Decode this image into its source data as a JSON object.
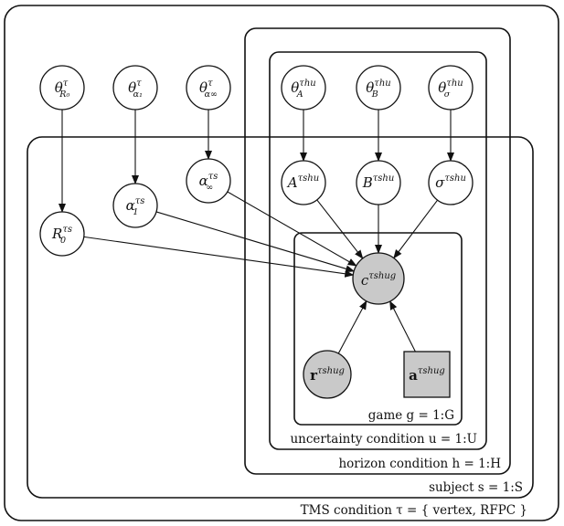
{
  "plates": {
    "tms": "TMS condition τ = { vertex, RFPC }",
    "subject": "subject s = 1:S",
    "horizon": "horizon condition h = 1:H",
    "uncertainty": "uncertainty condition u = 1:U",
    "game": "game g = 1:G"
  },
  "nodes": {
    "theta_R0": {
      "base": "θ",
      "sup": "τ",
      "sub": "R₀",
      "observed": false
    },
    "theta_alpha1": {
      "base": "θ",
      "sup": "τ",
      "sub": "α₁",
      "observed": false
    },
    "theta_alphainf": {
      "base": "θ",
      "sup": "τ",
      "sub": "α∞",
      "observed": false
    },
    "theta_A": {
      "base": "θ",
      "sup": "τhu",
      "sub": "A",
      "observed": false
    },
    "theta_B": {
      "base": "θ",
      "sup": "τhu",
      "sub": "B",
      "observed": false
    },
    "theta_sigma": {
      "base": "θ",
      "sup": "τhu",
      "sub": "σ",
      "observed": false
    },
    "alpha_inf": {
      "base": "α",
      "sup": "τs",
      "sub": "∞",
      "observed": false
    },
    "alpha_1": {
      "base": "α",
      "sup": "τs",
      "sub": "1",
      "observed": false
    },
    "R0": {
      "base": "R",
      "sup": "τs",
      "sub": "0",
      "observed": false
    },
    "A": {
      "base": "A",
      "sup": "τshu",
      "sub": "",
      "observed": false
    },
    "B": {
      "base": "B",
      "sup": "τshu",
      "sub": "",
      "observed": false
    },
    "sigma": {
      "base": "σ",
      "sup": "τshu",
      "sub": "",
      "observed": false
    },
    "c": {
      "base": "c",
      "sup": "τshug",
      "sub": "",
      "observed": true
    },
    "r": {
      "base": "r",
      "sup": "τshug",
      "sub": "",
      "observed": true
    },
    "a": {
      "base": "a",
      "sup": "τshug",
      "sub": "",
      "observed": true
    }
  }
}
